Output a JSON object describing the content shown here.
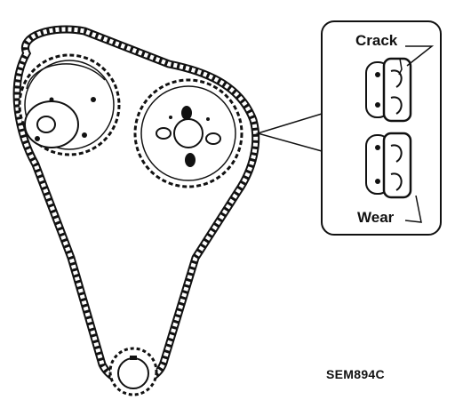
{
  "figure": {
    "callouts": {
      "crack": "Crack",
      "wear": "Wear"
    },
    "figure_code": "SEM894C",
    "components": [
      "intake-camshaft-sprocket",
      "exhaust-camshaft-sprocket",
      "crankshaft-sprocket",
      "timing-chain",
      "chain-link-detail-inset"
    ],
    "colors": {
      "line": "#111111",
      "background": "#ffffff"
    }
  }
}
